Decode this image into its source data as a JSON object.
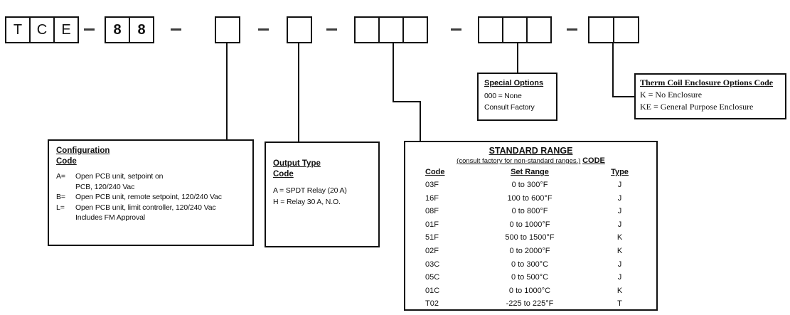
{
  "part_number": {
    "groups": [
      {
        "cells": [
          "T",
          "C",
          "E"
        ]
      },
      {
        "cells": [
          "8",
          "8"
        ]
      },
      {
        "cells": [
          ""
        ]
      },
      {
        "cells": [
          ""
        ]
      },
      {
        "cells": [
          "",
          "",
          ""
        ]
      },
      {
        "cells": [
          "",
          "",
          ""
        ]
      },
      {
        "cells": [
          "",
          ""
        ]
      }
    ]
  },
  "configuration": {
    "title": "Configuration",
    "subtitle": "Code",
    "entries": [
      {
        "code": "A=",
        "lines": [
          "Open PCB unit, setpoint on",
          "PCB, 120/240 Vac"
        ]
      },
      {
        "code": "B=",
        "lines": [
          "Open PCB unit, remote setpoint, 120/240 Vac"
        ]
      },
      {
        "code": "L=",
        "lines": [
          "Open PCB unit, limit controller, 120/240 Vac",
          "Includes FM Approval"
        ]
      }
    ]
  },
  "output_type": {
    "title": "Output Type",
    "subtitle": "Code",
    "entries": [
      "A =  SPDT Relay (20 A)",
      "H =  Relay 30 A, N.O."
    ]
  },
  "standard_range": {
    "title": "STANDARD RANGE",
    "subtitle": "(consult factory for non-standard ranges.)",
    "subtitle_suffix": "CODE",
    "columns": [
      "Code",
      "Set Range",
      "Type"
    ],
    "rows": [
      [
        "03F",
        "0 to 300°F",
        "J"
      ],
      [
        "16F",
        "100 to 600°F",
        "J"
      ],
      [
        "08F",
        "0 to 800°F",
        "J"
      ],
      [
        "01F",
        "0 to 1000°F",
        "J"
      ],
      [
        "51F",
        "500 to 1500°F",
        "K"
      ],
      [
        "02F",
        "0 to 2000°F",
        "K"
      ],
      [
        "03C",
        "0 to 300°C",
        "J"
      ],
      [
        "05C",
        "0 to 500°C",
        "J"
      ],
      [
        "01C",
        "0 to 1000°C",
        "K"
      ],
      [
        "T02",
        "-225 to 225°F",
        "T"
      ]
    ]
  },
  "special_options": {
    "title": "Special Options",
    "lines": [
      "000 = None",
      "Consult Factory"
    ]
  },
  "enclosure": {
    "title": "Therm Coil Enclosure Options Code",
    "lines": [
      "K = No Enclosure",
      "KE = General Purpose Enclosure"
    ]
  }
}
